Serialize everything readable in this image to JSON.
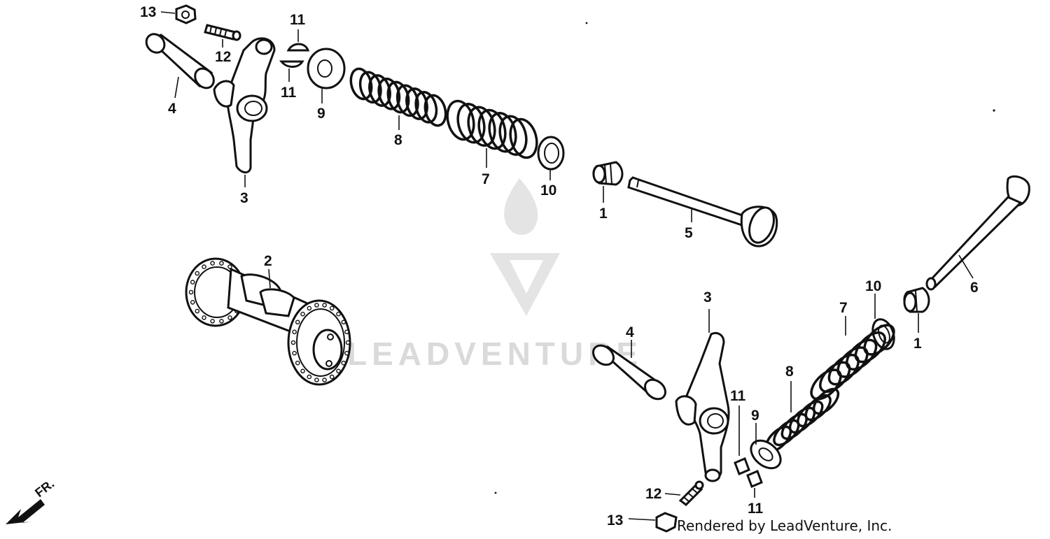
{
  "watermark": {
    "text": "LEADVENTURE"
  },
  "credit": "Rendered by LeadVenture, Inc.",
  "direction_label": "FR.",
  "callouts": {
    "c13a": "13",
    "c12a": "12",
    "c11a": "11",
    "c11b": "11",
    "c4a": "4",
    "c9a": "9",
    "c8a": "8",
    "c7a": "7",
    "c10a": "10",
    "c3a": "3",
    "c1a": "1",
    "c5": "5",
    "c2": "2",
    "c6": "6",
    "c10b": "10",
    "c3b": "3",
    "c7b": "7",
    "c1b": "1",
    "c4b": "4",
    "c8b": "8",
    "c11c": "11",
    "c9b": "9",
    "c12b": "12",
    "c11d": "11",
    "c13b": "13"
  }
}
